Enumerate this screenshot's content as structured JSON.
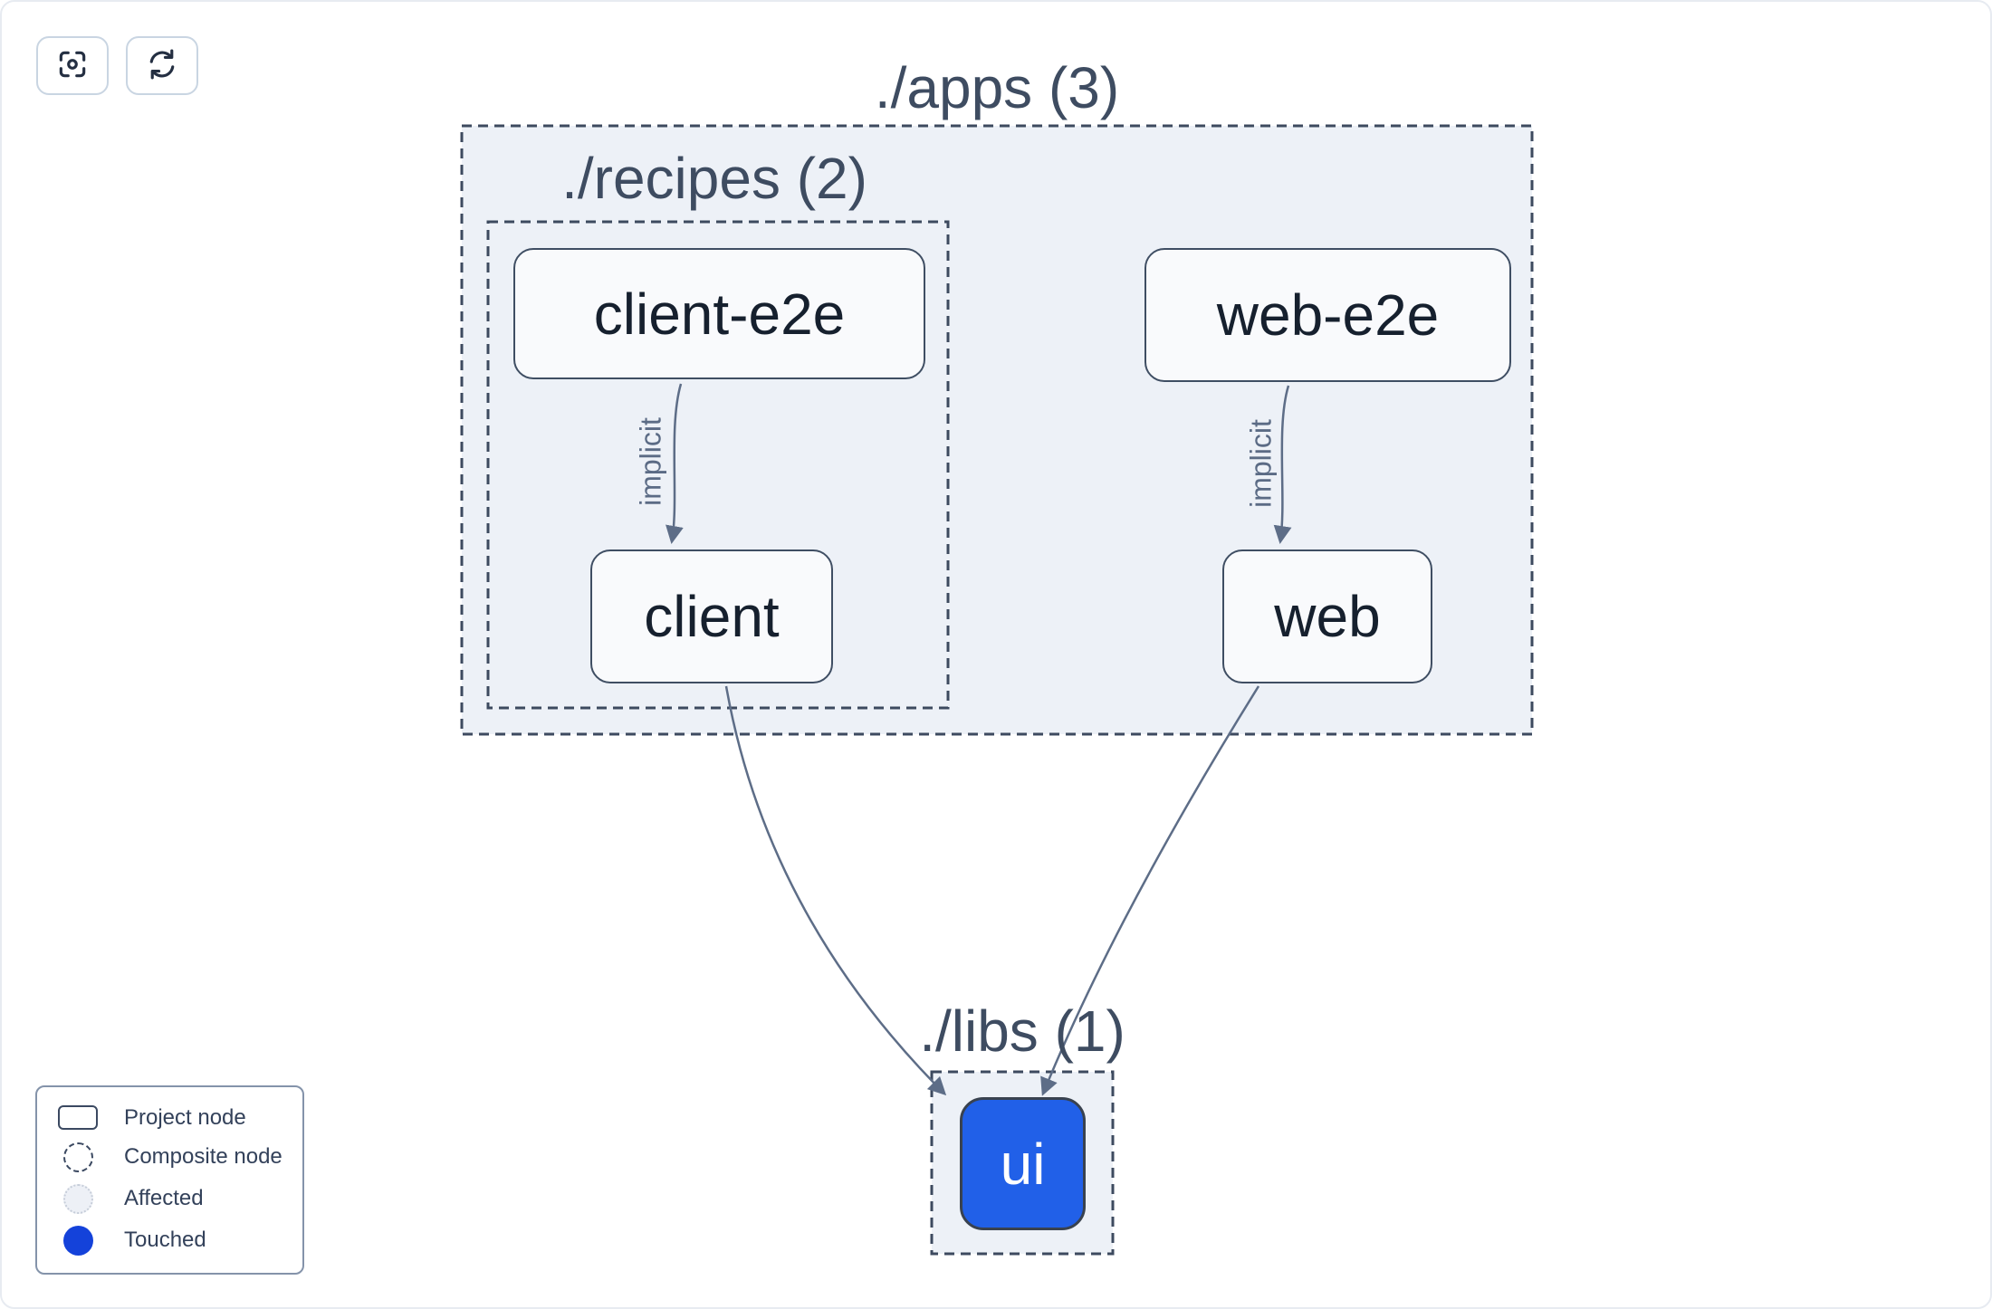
{
  "toolbar": {
    "buttons": [
      {
        "name": "focus-view-button",
        "icon": "focus-icon"
      },
      {
        "name": "refresh-graph-button",
        "icon": "refresh-icon"
      }
    ]
  },
  "graph": {
    "composites": [
      {
        "id": "apps",
        "label": "./apps (3)"
      },
      {
        "id": "recipes",
        "label": "./recipes (2)"
      },
      {
        "id": "libs",
        "label": "./libs (1)"
      }
    ],
    "nodes": [
      {
        "id": "client-e2e",
        "label": "client-e2e",
        "state": "normal"
      },
      {
        "id": "web-e2e",
        "label": "web-e2e",
        "state": "normal"
      },
      {
        "id": "client",
        "label": "client",
        "state": "normal"
      },
      {
        "id": "web",
        "label": "web",
        "state": "normal"
      },
      {
        "id": "ui",
        "label": "ui",
        "state": "touched"
      }
    ],
    "edges": [
      {
        "from": "client-e2e",
        "to": "client",
        "label": "implicit"
      },
      {
        "from": "web-e2e",
        "to": "web",
        "label": "implicit"
      },
      {
        "from": "client",
        "to": "ui",
        "label": ""
      },
      {
        "from": "web",
        "to": "ui",
        "label": ""
      }
    ]
  },
  "legend": {
    "items": [
      {
        "icon": "project-node-icon",
        "label": "Project node"
      },
      {
        "icon": "composite-node-icon",
        "label": "Composite node"
      },
      {
        "icon": "affected-icon",
        "label": "Affected"
      },
      {
        "icon": "touched-icon",
        "label": "Touched"
      }
    ]
  },
  "colors": {
    "touched_node_fill": "#2160e8",
    "touched_legend_dot": "#1442da",
    "edge_stroke": "#5d6d87",
    "node_border": "#3f4e63",
    "node_fill": "#f9fafc",
    "node_text": "#16202e",
    "composite_fill": "#edf1f7",
    "composite_border": "#3d4a5f",
    "composite_title_text": "#3e4c61",
    "edge_label_text": "#5b6b85",
    "legend_border": "#8493aa",
    "legend_text": "#33415a",
    "affected_fill": "#edf0f6",
    "button_border": "#c9d5e2",
    "icon_stroke": "#242f42"
  }
}
